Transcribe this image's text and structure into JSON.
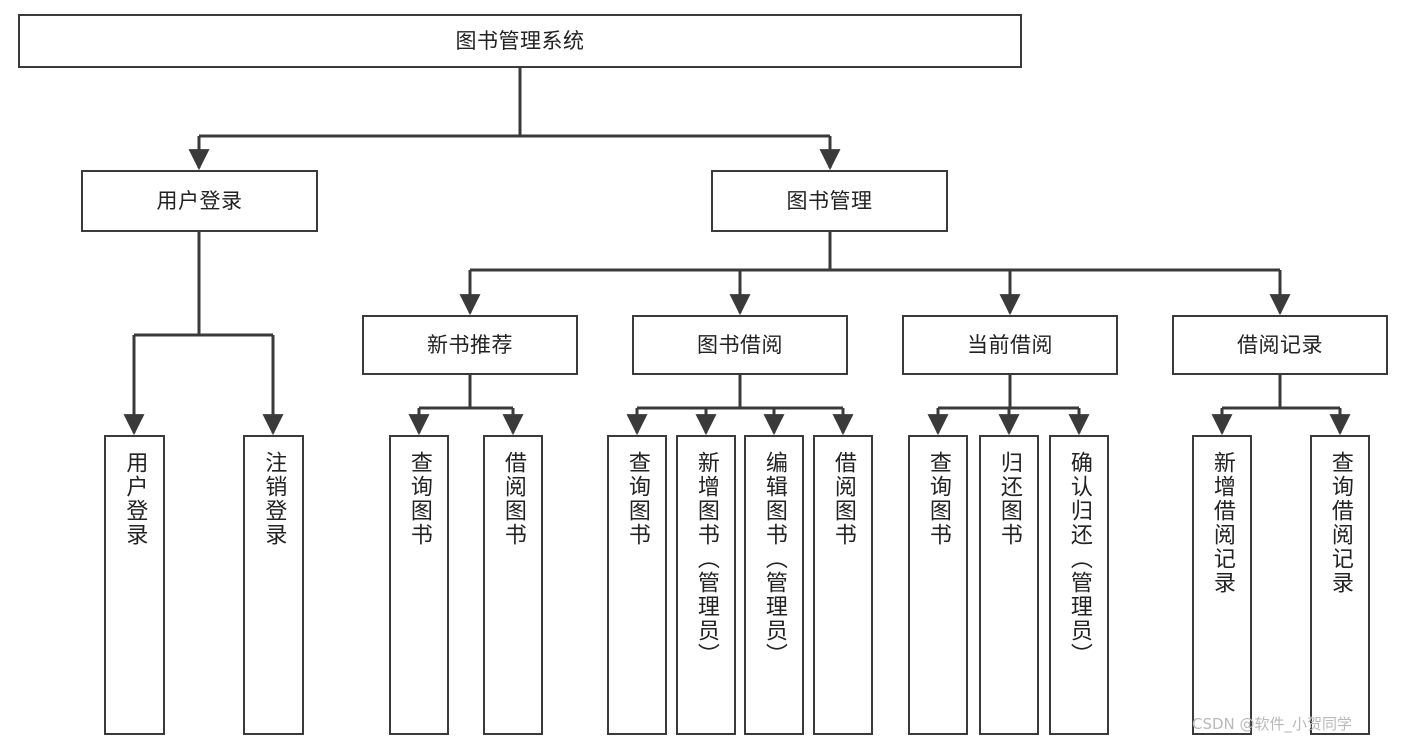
{
  "diagram": {
    "title": "图书管理系统",
    "type": "hierarchy-tree",
    "line_color": "#3a3a3a",
    "box_border_color": "#3a3a3a",
    "box_fill": "#ffffff",
    "text_color": "#222222",
    "watermark": "CSDN @软件_小贺同学",
    "nodes": {
      "root": {
        "label": "图书管理系统"
      },
      "level2": [
        {
          "id": "user-login",
          "label": "用户登录"
        },
        {
          "id": "book-management",
          "label": "图书管理"
        }
      ],
      "level3": [
        {
          "id": "new-book-recommend",
          "label": "新书推荐"
        },
        {
          "id": "book-borrow",
          "label": "图书借阅"
        },
        {
          "id": "current-borrow",
          "label": "当前借阅"
        },
        {
          "id": "borrow-record",
          "label": "借阅记录"
        }
      ],
      "leaves": {
        "user_login": [
          {
            "id": "leaf-user-login",
            "label": "用户登录"
          },
          {
            "id": "leaf-logout-login",
            "label": "注销登录"
          }
        ],
        "new_book_recommend": [
          {
            "id": "leaf-query-book-1",
            "label": "查询图书"
          },
          {
            "id": "leaf-borrow-book-1",
            "label": "借阅图书"
          }
        ],
        "book_borrow": [
          {
            "id": "leaf-query-book-2",
            "label": "查询图书"
          },
          {
            "id": "leaf-add-book-admin",
            "label": "新增图书（管理员）"
          },
          {
            "id": "leaf-edit-book-admin",
            "label": "编辑图书（管理员）"
          },
          {
            "id": "leaf-borrow-book-2",
            "label": "借阅图书"
          }
        ],
        "current_borrow": [
          {
            "id": "leaf-query-book-3",
            "label": "查询图书"
          },
          {
            "id": "leaf-return-book",
            "label": "归还图书"
          },
          {
            "id": "leaf-confirm-return-admin",
            "label": "确认归还（管理员）"
          }
        ],
        "borrow_record": [
          {
            "id": "leaf-add-borrow-record",
            "label": "新增借阅记录"
          },
          {
            "id": "leaf-query-borrow-record",
            "label": "查询借阅记录"
          }
        ]
      }
    }
  }
}
